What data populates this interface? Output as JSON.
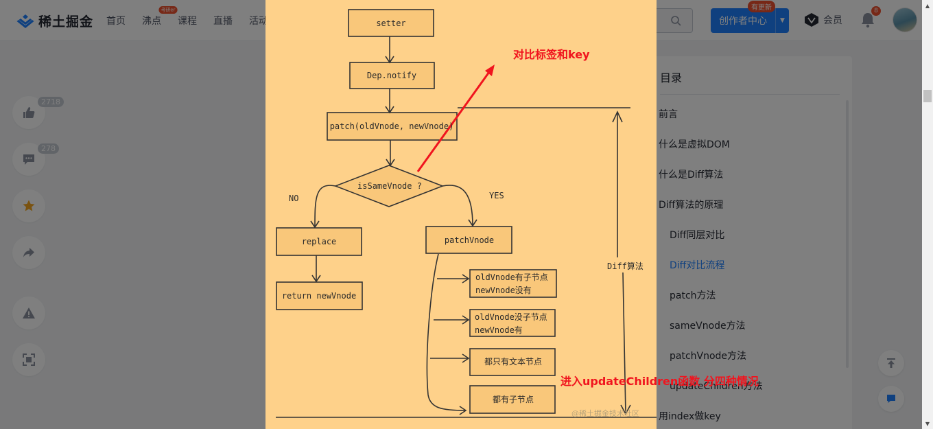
{
  "header": {
    "logo_text": "稀土掘金",
    "nav": [
      "首页",
      "沸点",
      "课程",
      "直播",
      "活动"
    ],
    "nav_badge": "考研er",
    "creator_label": "创作者中心",
    "creator_badge": "有更新",
    "vip_label": "会员",
    "bell_count": "8"
  },
  "side": {
    "like_count": "2718",
    "comment_count": "278"
  },
  "toc": {
    "title": "目录",
    "items": [
      {
        "label": "前言",
        "level": 1
      },
      {
        "label": "什么是虚拟DOM",
        "level": 1
      },
      {
        "label": "什么是Diff算法",
        "level": 1
      },
      {
        "label": "Diff算法的原理",
        "level": 1
      },
      {
        "label": "Diff同层对比",
        "level": 2
      },
      {
        "label": "Diff对比流程",
        "level": 2,
        "active": true
      },
      {
        "label": "patch方法",
        "level": 2
      },
      {
        "label": "sameVnode方法",
        "level": 2
      },
      {
        "label": "patchVnode方法",
        "level": 2
      },
      {
        "label": "updateChildren方法",
        "level": 2
      },
      {
        "label": "用index做key",
        "level": 1
      }
    ]
  },
  "flowchart": {
    "setter": "setter",
    "notify": "Dep.notify",
    "patch": "patch(oldVnode, newVnode)",
    "is_same": "isSameVnode ?",
    "no": "NO",
    "yes": "YES",
    "replace": "replace",
    "return_new": "return newVnode",
    "patch_vnode": "patchVnode",
    "case1_line1": "oldVnode有子节点",
    "case1_line2": "newVnode没有",
    "case2_line1": "oldVnode没子节点",
    "case2_line2": "newVnode有",
    "case3": "都只有文本节点",
    "case4": "都有子节点",
    "diff_label": "Diff算法",
    "note_top": "对比标签和key",
    "note_bottom": "进入updateChildren函数 分四种情况",
    "watermark": "@稀土掘金技术社区"
  },
  "colors": {
    "brand": "#1e80ff",
    "badge": "#ee502f",
    "diagram_bg": "#fed18a",
    "annotation": "#f0141e"
  }
}
